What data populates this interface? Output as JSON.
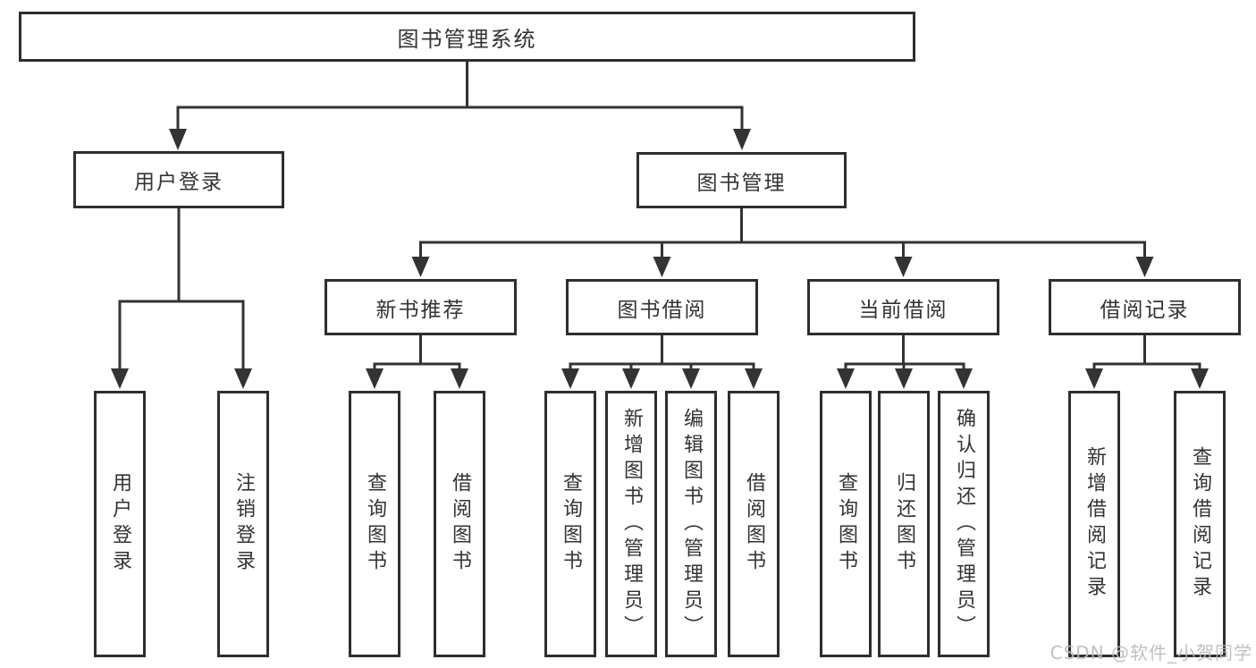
{
  "diagram": {
    "title": "图书管理系统",
    "root": {
      "label": "图书管理系统"
    },
    "level2": [
      {
        "id": "user-login",
        "label": "用户登录"
      },
      {
        "id": "book-management",
        "label": "图书管理"
      }
    ],
    "level3": [
      {
        "id": "new-book-recommend",
        "label": "新书推荐",
        "parent": "book-management"
      },
      {
        "id": "book-borrowing",
        "label": "图书借阅",
        "parent": "book-management"
      },
      {
        "id": "current-borrowing",
        "label": "当前借阅",
        "parent": "book-management"
      },
      {
        "id": "borrowing-records",
        "label": "借阅记录",
        "parent": "book-management"
      }
    ],
    "leaves": [
      {
        "label": "用户登录",
        "parent": "user-login"
      },
      {
        "label": "注销登录",
        "parent": "user-login"
      },
      {
        "label": "查询图书",
        "parent": "new-book-recommend"
      },
      {
        "label": "借阅图书",
        "parent": "new-book-recommend"
      },
      {
        "label": "查询图书",
        "parent": "book-borrowing"
      },
      {
        "label": "新增图书（管理员）",
        "parent": "book-borrowing"
      },
      {
        "label": "编辑图书（管理员）",
        "parent": "book-borrowing"
      },
      {
        "label": "借阅图书",
        "parent": "book-borrowing"
      },
      {
        "label": "查询图书",
        "parent": "current-borrowing"
      },
      {
        "label": "归还图书",
        "parent": "current-borrowing"
      },
      {
        "label": "确认归还（管理员）",
        "parent": "current-borrowing"
      },
      {
        "label": "新增借阅记录",
        "parent": "borrowing-records"
      },
      {
        "label": "查询借阅记录",
        "parent": "borrowing-records"
      }
    ],
    "colors": {
      "line": "#333333",
      "text": "#333333",
      "box_background": "#ffffff"
    }
  },
  "watermark": {
    "text": "CSDN @软件_小贺同学"
  }
}
